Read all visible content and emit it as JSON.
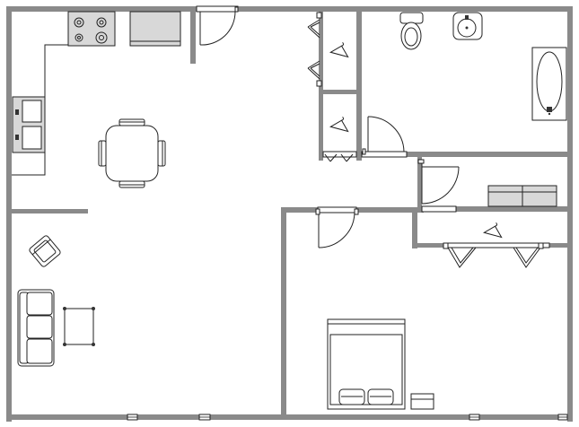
{
  "plan": {
    "rooms": [
      {
        "id": "kitchen-dining",
        "fixtures": [
          "stove-icon",
          "refrigerator-icon",
          "double-sink-icon",
          "dining-table-icon"
        ]
      },
      {
        "id": "living-room",
        "fixtures": [
          "sofa-icon",
          "armchair-icon",
          "coffee-table-icon"
        ]
      },
      {
        "id": "bathroom",
        "fixtures": [
          "toilet-icon",
          "bathroom-sink-icon",
          "bathtub-icon"
        ]
      },
      {
        "id": "bedroom",
        "fixtures": [
          "double-bed-icon",
          "nightstand-icon"
        ]
      },
      {
        "id": "laundry",
        "fixtures": [
          "washer-dryer-icon"
        ]
      },
      {
        "id": "closets",
        "fixtures": [
          "coat-hanger-icon",
          "bifold-door-icon"
        ]
      }
    ],
    "colors": {
      "wall": "#8a8a8a",
      "line": "#222222",
      "background": "#ffffff",
      "appliance": "#d8d8d8"
    }
  }
}
